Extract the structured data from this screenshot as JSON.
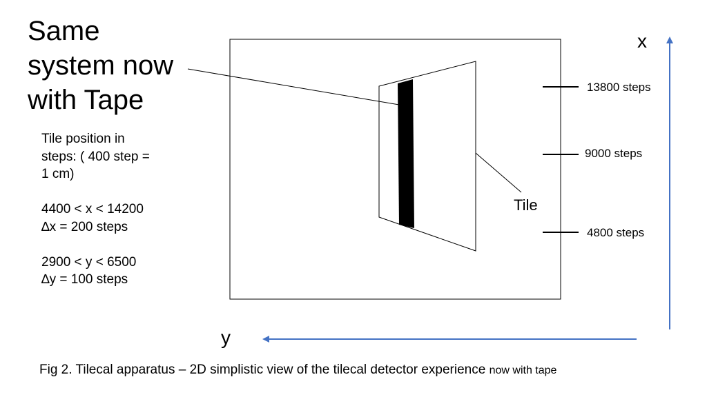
{
  "title": {
    "line1": "Same",
    "line2": "system now",
    "line3": "with Tape"
  },
  "info": {
    "line1": "Tile position in",
    "line2": "steps: ( 400 step =",
    "line3": "1 cm)",
    "x_range": "4400 < x < 14200",
    "x_step": "∆x = 200 steps",
    "y_range": "2900 < y < 6500",
    "y_step": "∆y = 100 steps"
  },
  "diagram": {
    "x_axis_label": "x",
    "y_axis_label": "y",
    "tile_label": "Tile",
    "ticks": [
      "13800 steps",
      "9000 steps",
      "4800 steps"
    ],
    "colors": {
      "axis": "#4472c4",
      "tape": "#000000",
      "outline": "#000000"
    }
  },
  "caption": {
    "main": "Fig 2. Tilecal apparatus – 2D simplistic view of the tilecal detector experience",
    "suffix": "now with tape"
  }
}
